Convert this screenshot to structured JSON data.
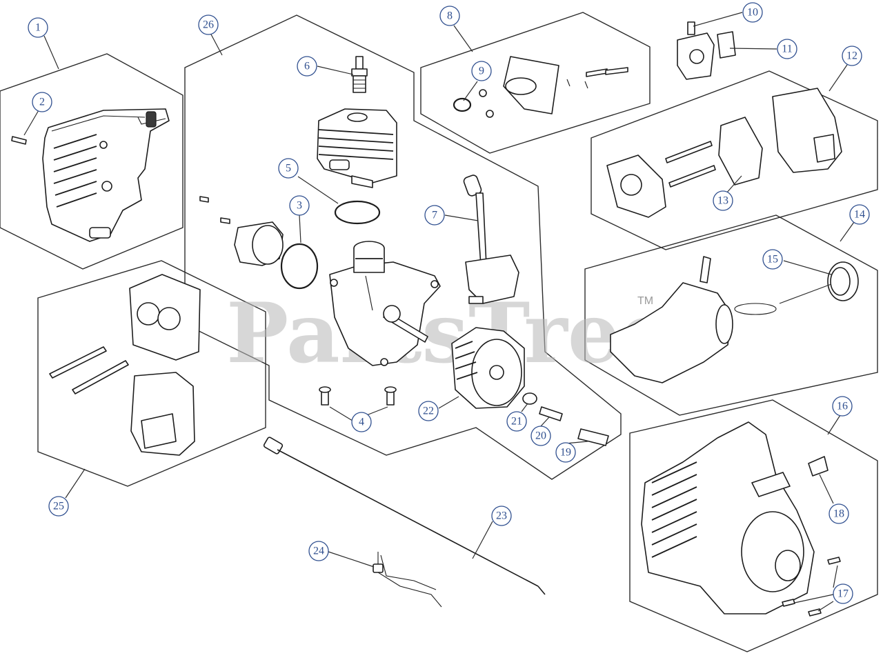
{
  "watermark": {
    "text": "PartsTree",
    "tm": "TM"
  },
  "callouts": [
    {
      "id": "c1",
      "label": "1"
    },
    {
      "id": "c2",
      "label": "2"
    },
    {
      "id": "c3",
      "label": "3"
    },
    {
      "id": "c4",
      "label": "4"
    },
    {
      "id": "c5",
      "label": "5"
    },
    {
      "id": "c6",
      "label": "6"
    },
    {
      "id": "c7",
      "label": "7"
    },
    {
      "id": "c8",
      "label": "8"
    },
    {
      "id": "c9",
      "label": "9"
    },
    {
      "id": "c10",
      "label": "10"
    },
    {
      "id": "c11",
      "label": "11"
    },
    {
      "id": "c12",
      "label": "12"
    },
    {
      "id": "c13",
      "label": "13"
    },
    {
      "id": "c14",
      "label": "14"
    },
    {
      "id": "c15",
      "label": "15"
    },
    {
      "id": "c16",
      "label": "16"
    },
    {
      "id": "c17",
      "label": "17"
    },
    {
      "id": "c18",
      "label": "18"
    },
    {
      "id": "c19",
      "label": "19"
    },
    {
      "id": "c20",
      "label": "20"
    },
    {
      "id": "c21",
      "label": "21"
    },
    {
      "id": "c22",
      "label": "22"
    },
    {
      "id": "c23",
      "label": "23"
    },
    {
      "id": "c24",
      "label": "24"
    },
    {
      "id": "c25",
      "label": "25"
    },
    {
      "id": "c26",
      "label": "26"
    }
  ],
  "colors": {
    "callout": "#2f4f8f",
    "line": "#1c1c1c",
    "watermark": "#b8b8b8"
  }
}
